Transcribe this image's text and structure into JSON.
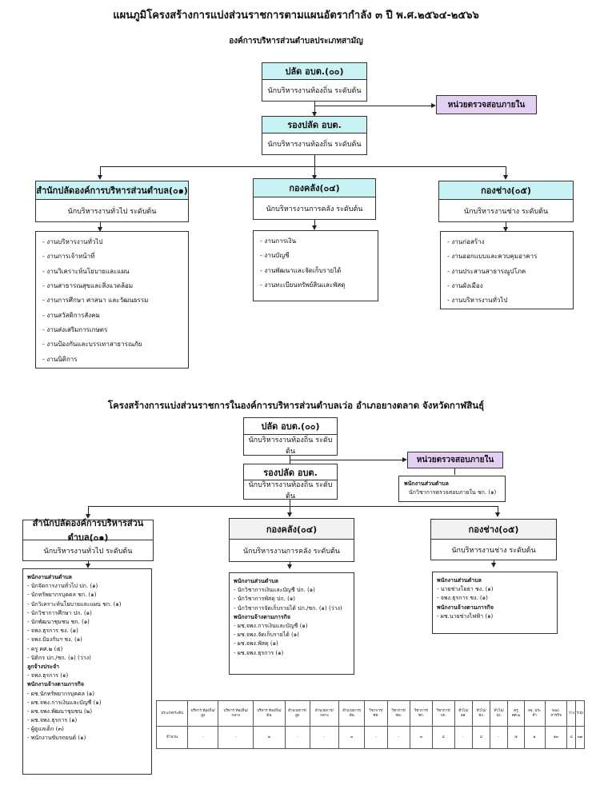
{
  "top": {
    "title": "แผนภูมิโครงสร้างการแบ่งส่วนราชการตามแผนอัตรากำลัง ๓ ปี พ.ศ.๒๕๖๔-๒๕๖๖",
    "subtitle": "องค์การบริหารส่วนตำบลประเภทสามัญ",
    "chief": {
      "title": "ปลัด อบต.(๐๐)",
      "sub": "นักบริหารงานท้องถิ่น ระดับต้น"
    },
    "audit": "หน่วยตรวจสอบภายใน",
    "deputy": {
      "title": "รองปลัด อบต.",
      "sub": "นักบริหารงานท้องถิ่น ระดับต้น"
    },
    "depts": [
      {
        "title": "สำนักปลัดองค์การบริหารส่วนตำบล(๐๑)",
        "sub": "นักบริหารงานทั่วไป ระดับต้น",
        "items": [
          "- งานบริหารงานทั่วไป",
          "- งานการเจ้าหน้าที่",
          "- งานวิเคราะห์นโยบายและแผน",
          "- งานสาธารณสุขและสิ่งแวดล้อม",
          "- งานการศึกษา ศาสนา และวัฒนธรรม",
          "- งานสวัสดิการสังคม",
          "- งานส่งเสริมการเกษตร",
          "- งานป้องกันและบรรเทาสาธารณภัย",
          "- งานนิติการ"
        ]
      },
      {
        "title": "กองคลัง(๐๔)",
        "sub": "นักบริหารงานการคลัง ระดับต้น",
        "items": [
          "- งานการเงิน",
          "- งานบัญชี",
          "- งานพัฒนาและจัดเก็บรายได้",
          "- งานทะเบียนทรัพย์สินและพัสดุ"
        ]
      },
      {
        "title": "กองช่าง(๐๕)",
        "sub": "นักบริหารงานช่าง ระดับต้น",
        "items": [
          "- งานก่อสร้าง",
          "- งานออกแบบและควบคุมอาคาร",
          "- งานประสานสาธารณูปโภค",
          "- งานผังเมือง",
          "- งานบริหารงานทั่วไป"
        ]
      }
    ]
  },
  "bottom": {
    "title": "โครงสร้างการแบ่งส่วนราชการในองค์การบริหารส่วนตำบลเว่อ อำเภอยางตลาด จังหวัดกาฬสินธุ์",
    "chief": {
      "title": "ปลัด อบต.(๐๐)",
      "sub": "นักบริหารงานท้องถิ่น ระดับต้น"
    },
    "deputy": {
      "title": "รองปลัด อบต.",
      "sub": "นักบริหารงานท้องถิ่น ระดับต้น"
    },
    "audit": "หน่วยตรวจสอบภายใน",
    "audit_staff": {
      "group": "พนักงานส่วนตำบล",
      "item": "นักวิชาการตรวจสอบภายใน ชก. (๑)"
    },
    "depts": [
      {
        "title": "สำนักปลัดองค์การบริหารส่วนตำบล(๐๑)",
        "sub": "นักบริหารงานทั่วไป ระดับต้น",
        "lines": [
          {
            "text": "พนักงานส่วนตำบล",
            "group": true
          },
          {
            "text": "- นักจัดการงานทั่วไป ปก. (๑)"
          },
          {
            "text": "- นักทรัพยากรบุคคล ชก. (๑)"
          },
          {
            "text": "- นักวิเคราะห์นโยบายและแผน ชก. (๑)"
          },
          {
            "text": "- นักวิชาการศึกษา ปก. (๑)"
          },
          {
            "text": "- นักพัฒนาชุมชน ชก. (๑)"
          },
          {
            "text": "- จพง.ธุรการ ชง. (๑)"
          },
          {
            "text": "- จพง.ป้องกันฯ ชง. (๑)"
          },
          {
            "text": "- ครู คศ.๒ (๕)"
          },
          {
            "text": "- นิติกร ปก./ชก. (๑) (ว่าง)"
          },
          {
            "text": "ลูกจ้างประจำ",
            "group": true
          },
          {
            "text": "- จพง.ธุรการ (๑)"
          },
          {
            "text": "พนักงานจ้างตามภารกิจ",
            "group": true
          },
          {
            "text": "- ผช.นักทรัพยากรบุคคล (๑)"
          },
          {
            "text": "- ผช.จพง.การเงินและบัญชี (๑)"
          },
          {
            "text": "- ผช.จพง.พัฒนาชุมชน (๒)"
          },
          {
            "text": "- ผช.จพง.ธุรการ (๑)"
          },
          {
            "text": "- ผู้ดูแลเด็ก (๓)"
          },
          {
            "text": "- พนักงานขับรถยนต์ (๑)"
          }
        ]
      },
      {
        "title": "กองคลัง(๐๔)",
        "sub": "นักบริหารงานการคลัง ระดับต้น",
        "lines": [
          {
            "text": "พนักงานส่วนตำบล",
            "group": true
          },
          {
            "text": "- นักวิชาการเงินและบัญชี ปก. (๑)"
          },
          {
            "text": "- นักวิชาการพัสดุ ปก. (๑)"
          },
          {
            "text": "- นักวิชาการจัดเก็บรายได้ ปก./ชก. (๑) (ว่าง)"
          },
          {
            "text": "พนักงานจ้างตามภารกิจ",
            "group": true
          },
          {
            "text": "- ผช.จพง.การเงินและบัญชี (๑)"
          },
          {
            "text": "- ผช.จพง.จัดเก็บรายได้ (๑)"
          },
          {
            "text": "- ผช.จพง.พัสดุ (๑)"
          },
          {
            "text": "- ผช.จพง.ธุรการ (๑)"
          }
        ]
      },
      {
        "title": "กองช่าง(๐๕)",
        "sub": "นักบริหารงานช่าง ระดับต้น",
        "lines": [
          {
            "text": "พนักงานส่วนตำบล",
            "group": true
          },
          {
            "text": "- นายช่างโยธา ชง. (๑)"
          },
          {
            "text": "- จพง.ธุรการ ชง. (๑)"
          },
          {
            "text": "พนักงานจ้างตามภารกิจ",
            "group": true
          },
          {
            "text": "- ผช.นายช่างไฟฟ้า (๑)"
          }
        ]
      }
    ],
    "summary": {
      "headers": [
        "ประเภท/ระดับ",
        "บริหาร ท้องถิ่น/สูง",
        "บริหาร ท้องถิ่น/กลาง",
        "บริหาร ท้องถิ่น/ต้น",
        "อำนวยการ/สูง",
        "อำนวยการ/กลาง",
        "อำนวยการ/ต้น",
        "วิชาการ/ชช.",
        "วิชาการ/ชพ.",
        "วิชาการ/ชก.",
        "วิชาการ/ปก.",
        "ทั่วไป/อส.",
        "ทั่วไป/ชง.",
        "ทั่วไป/ปง.",
        "ครู คศ.๒",
        "ลจ. ประ จำ",
        "พนง. ภารกิจ",
        "ว่าง",
        "รวม"
      ],
      "row": [
        "จำนวน",
        "-",
        "-",
        "๒",
        "-",
        "-",
        "๓",
        "-",
        "-",
        "๓",
        "๔",
        "-",
        "๔",
        "-",
        "๕",
        "๑",
        "๑๓",
        "๔",
        "๓๗"
      ]
    }
  }
}
